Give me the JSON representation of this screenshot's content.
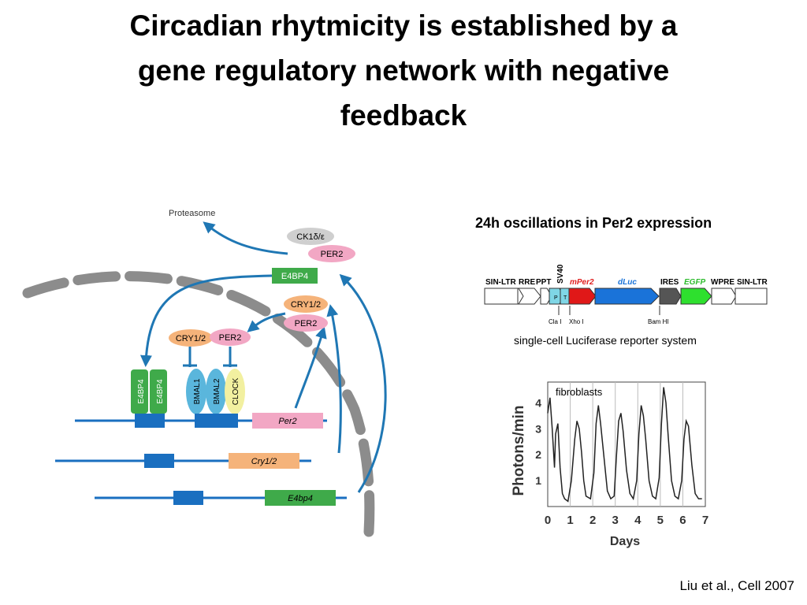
{
  "slide": {
    "title_lines": [
      "Circadian rhytmicity is established by a",
      "gene regulatory network with negative",
      "feedback"
    ],
    "citation": "Liu et al., Cell 2007"
  },
  "network": {
    "proteasome": "Proteasome",
    "ck1": "CK1δ/ε",
    "per2_degraded": "PER2",
    "e4bp4_top": "E4BP4",
    "cry12_top": "CRY1/2",
    "per2_top": "PER2",
    "cry12_repressor": "CRY1/2",
    "per2_repressor": "PER2",
    "e4bp4_dimer": [
      "E4BP4",
      "E4BP4"
    ],
    "bmal1": "BMAL1",
    "bmal2": "BMAL2",
    "clock": "CLOCK",
    "genes": [
      "Per2",
      "Cry1/2",
      "E4bp4"
    ],
    "colors": {
      "arrow": "#1f77b4",
      "gene_box": "#1a6fc0",
      "per2": "#f2a7c4",
      "cry": "#f5b37a",
      "e4bp4": "#3faa4a",
      "bmal": "#5ab6dc",
      "clock": "#f2f0a0",
      "ck1": "#cfcfcf",
      "membrane": "#8c8c8c"
    }
  },
  "reporter": {
    "heading": "24h oscillations in Per2 expression",
    "elements": [
      "SIN-LTR",
      "RRE",
      "PPT",
      "SV40",
      "P",
      "T",
      "mPer2",
      "dLuc",
      "IRES",
      "EGFP",
      "WPRE",
      "SIN-LTR"
    ],
    "sites": [
      "Cla I",
      "Xho I",
      "Bam HI"
    ],
    "caption": "single-cell Luciferase reporter system"
  },
  "plot": {
    "label": "fibroblasts",
    "ylabel": "Photons/min",
    "xlabel": "Days",
    "xticks": [
      "0",
      "1",
      "2",
      "3",
      "4",
      "5",
      "6",
      "7"
    ],
    "yticks": [
      "1",
      "2",
      "3",
      "4"
    ]
  },
  "chart_data": {
    "type": "line",
    "title": "fibroblasts",
    "xlabel": "Days",
    "ylabel": "Photons/min",
    "xlim": [
      0,
      7
    ],
    "ylim": [
      0,
      4.8
    ],
    "series": [
      {
        "x": [
          0,
          0.1,
          0.2,
          0.3,
          0.35,
          0.45,
          0.55,
          0.65,
          0.75,
          0.9,
          1.05,
          1.2,
          1.3,
          1.4,
          1.5,
          1.6,
          1.7,
          1.9,
          2.05,
          2.15,
          2.25,
          2.35,
          2.5,
          2.65,
          2.8,
          2.95,
          3.05,
          3.15,
          3.25,
          3.35,
          3.5,
          3.65,
          3.8,
          3.95,
          4.05,
          4.15,
          4.25,
          4.35,
          4.5,
          4.65,
          4.8,
          4.95,
          5.05,
          5.15,
          5.25,
          5.35,
          5.5,
          5.65,
          5.8,
          5.95,
          6.05,
          6.15,
          6.25,
          6.4,
          6.55,
          6.7,
          6.85
        ],
        "y": [
          3.6,
          4.2,
          3.0,
          1.5,
          2.8,
          3.2,
          1.5,
          0.5,
          0.3,
          0.2,
          1.0,
          2.6,
          3.3,
          3.0,
          2.1,
          1.0,
          0.4,
          0.3,
          1.3,
          3.2,
          3.9,
          3.2,
          1.9,
          0.6,
          0.3,
          0.4,
          1.9,
          3.3,
          3.6,
          2.9,
          1.4,
          0.5,
          0.3,
          1.0,
          2.8,
          3.9,
          3.5,
          2.6,
          1.0,
          0.4,
          0.3,
          1.1,
          3.2,
          4.6,
          4.0,
          2.7,
          1.0,
          0.4,
          0.3,
          1.0,
          2.6,
          3.3,
          3.1,
          1.6,
          0.5,
          0.3,
          0.3
        ]
      }
    ]
  }
}
